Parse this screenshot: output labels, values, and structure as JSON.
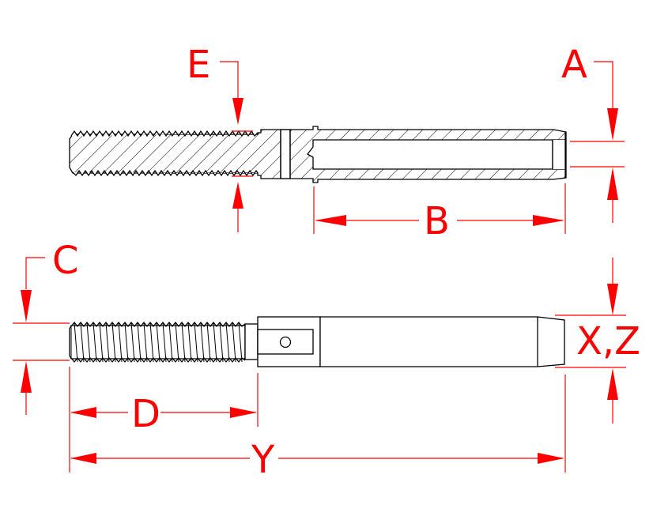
{
  "diagram": {
    "title": "Threaded terminal (swage stud) dimension drawing",
    "views": [
      {
        "name": "section-view",
        "description": "Cross-section of threaded stud with swage sleeve"
      },
      {
        "name": "side-view",
        "description": "Exterior view with cross-pin slot"
      }
    ],
    "colors": {
      "dimension": "#ff0000",
      "outline": "#000000",
      "background": "#ffffff"
    },
    "dimensions": {
      "E": {
        "label": "E",
        "meaning": "thread minor/shoulder diameter (section view)"
      },
      "A": {
        "label": "A",
        "meaning": "bore diameter"
      },
      "B": {
        "label": "B",
        "meaning": "bore depth"
      },
      "C": {
        "label": "C",
        "meaning": "thread diameter"
      },
      "D": {
        "label": "D",
        "meaning": "thread length"
      },
      "XZ": {
        "label": "X,Z",
        "meaning": "sleeve outer diameter"
      },
      "Y": {
        "label": "Y",
        "meaning": "overall length"
      }
    }
  }
}
